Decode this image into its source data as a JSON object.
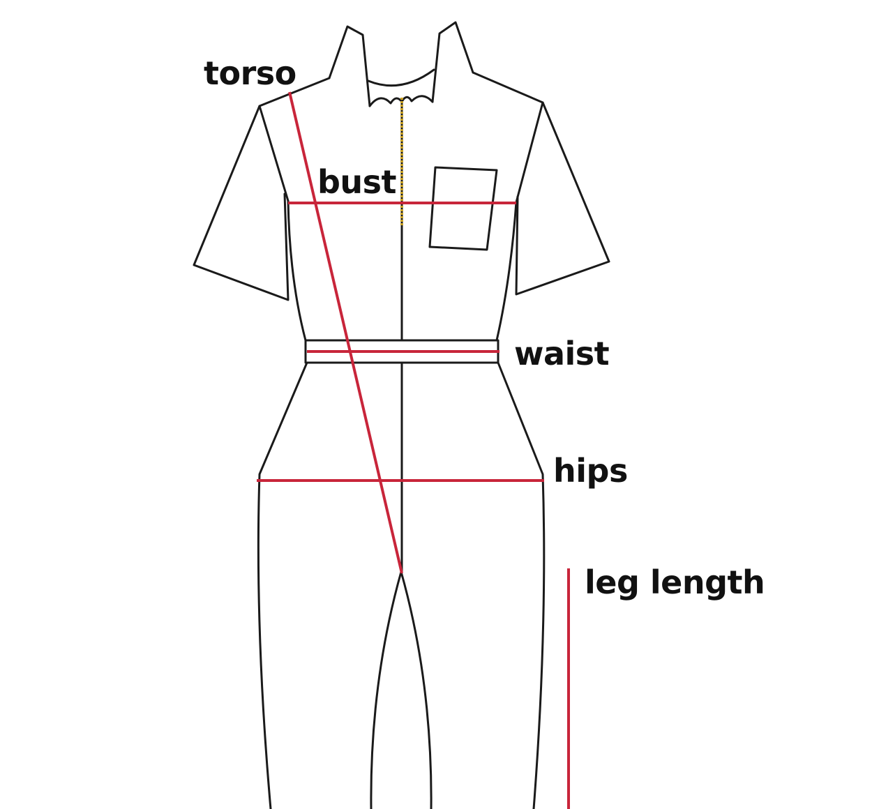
{
  "labels": {
    "torso": "torso",
    "bust": "bust",
    "waist": "waist",
    "hips": "hips",
    "leg_length": "leg length"
  },
  "colors": {
    "measurement_line": "#c8253a",
    "garment_outline": "#1a1a1a",
    "zipper": "#c9a227",
    "background": "#ffffff"
  }
}
